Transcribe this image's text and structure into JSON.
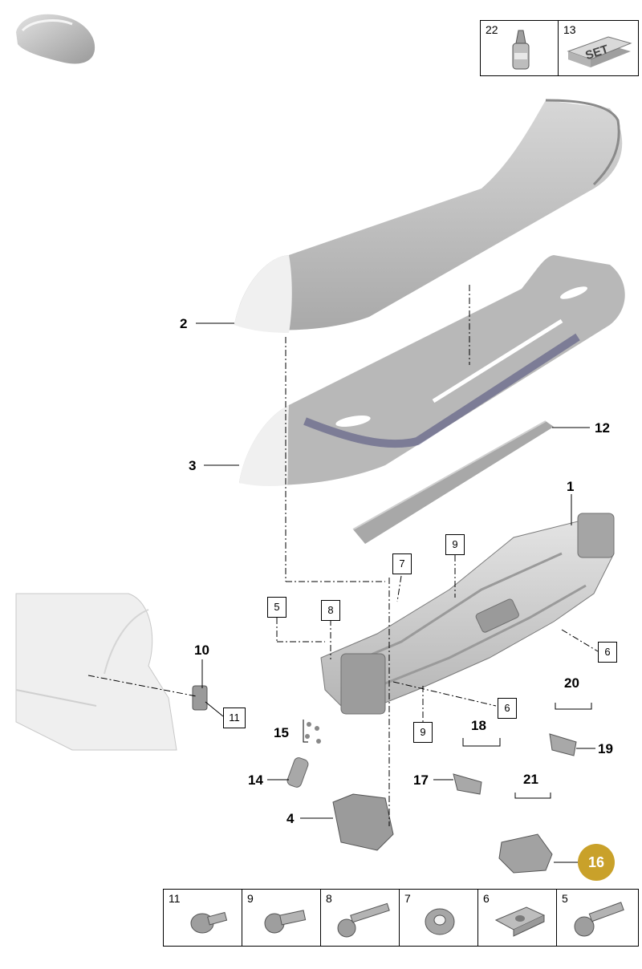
{
  "top_table": [
    {
      "number": "22",
      "icon": "thread-locker-bottle-icon"
    },
    {
      "number": "13",
      "icon": "repair-set-box-icon",
      "box_text": "SET"
    }
  ],
  "callouts": {
    "c1": "1",
    "c2": "2",
    "c3": "3",
    "c4": "4",
    "c10": "10",
    "c12": "12",
    "c14": "14",
    "c15": "15",
    "c17": "17",
    "c18": "18",
    "c19": "19",
    "c20": "20",
    "c21": "21"
  },
  "boxed_labels": {
    "b5": "5",
    "b6a": "6",
    "b6b": "6",
    "b7": "7",
    "b8": "8",
    "b9a": "9",
    "b9b": "9",
    "b11": "11"
  },
  "highlight_badge": "16",
  "bottom_table": [
    {
      "number": "11",
      "icon": "flange-bolt-icon"
    },
    {
      "number": "9",
      "icon": "collar-bolt-icon"
    },
    {
      "number": "8",
      "icon": "long-bolt-icon"
    },
    {
      "number": "7",
      "icon": "flange-nut-icon"
    },
    {
      "number": "6",
      "icon": "clip-nut-icon"
    },
    {
      "number": "5",
      "icon": "shoulder-bolt-icon"
    }
  ]
}
